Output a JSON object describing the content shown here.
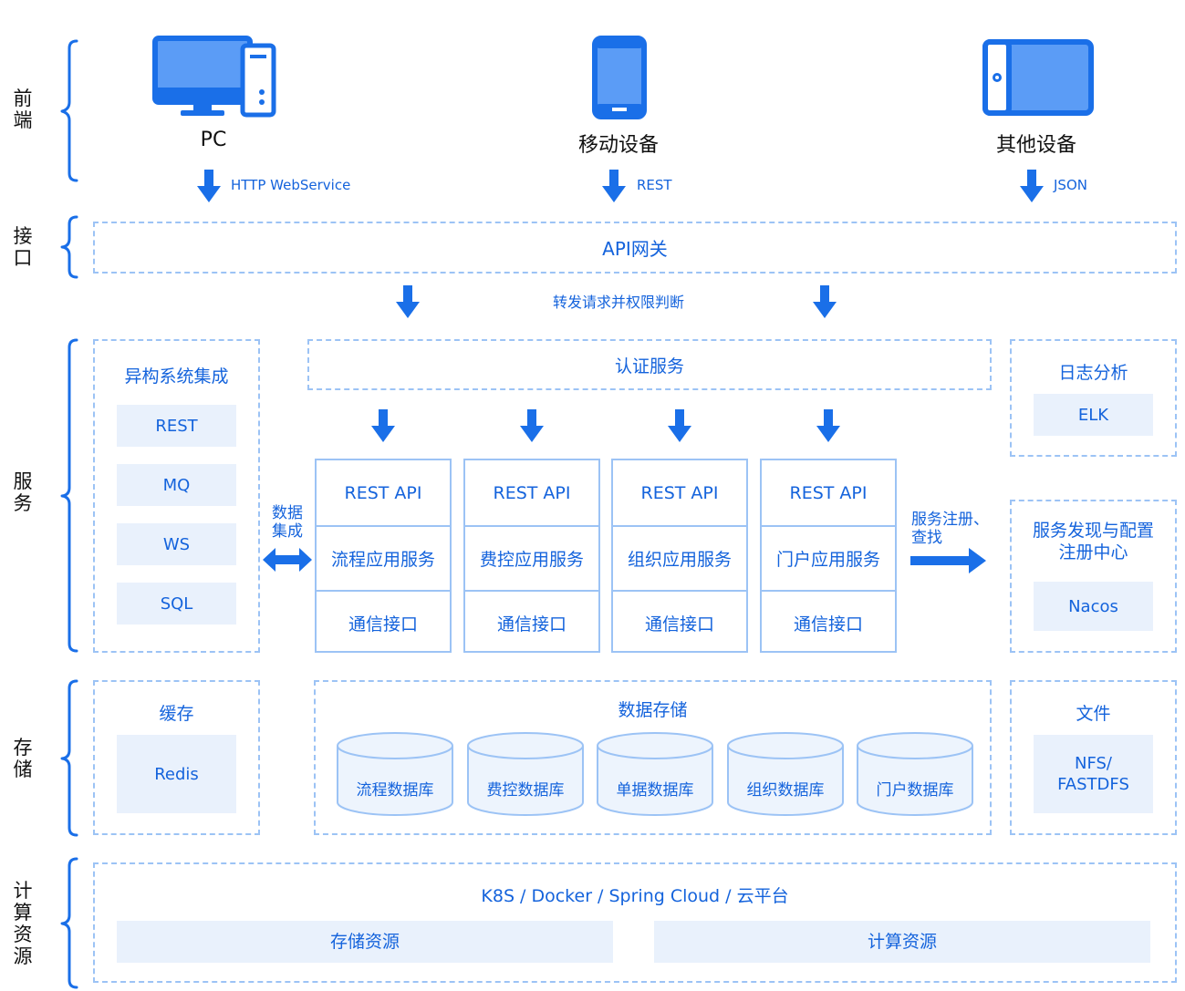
{
  "layers": {
    "frontend": "前端",
    "interface": "接口",
    "service": "服务",
    "storage": "存储",
    "compute": "计算资源"
  },
  "devices": [
    {
      "label": "PC",
      "icon": "desktop-computer-icon",
      "protocol": "HTTP WebService"
    },
    {
      "label": "移动设备",
      "icon": "mobile-phone-icon",
      "protocol": "REST"
    },
    {
      "label": "其他设备",
      "icon": "tablet-icon",
      "protocol": "JSON"
    }
  ],
  "gateway": {
    "title": "API网关",
    "forward_note": "转发请求并权限判断"
  },
  "auth": {
    "title": "认证服务"
  },
  "heterogeneous": {
    "title": "异构系统集成",
    "items": [
      "REST",
      "MQ",
      "WS",
      "SQL"
    ],
    "link_label": "数据集成"
  },
  "services": [
    {
      "api": "REST API",
      "name": "流程应用服务",
      "comm": "通信接口"
    },
    {
      "api": "REST API",
      "name": "费控应用服务",
      "comm": "通信接口"
    },
    {
      "api": "REST API",
      "name": "组织应用服务",
      "comm": "通信接口"
    },
    {
      "api": "REST API",
      "name": "门户应用服务",
      "comm": "通信接口"
    }
  ],
  "registry_link": "服务注册、查找",
  "logs": {
    "title": "日志分析",
    "item": "ELK"
  },
  "discovery": {
    "title": "服务发现与配置注册中心",
    "item": "Nacos"
  },
  "cache": {
    "title": "缓存",
    "item": "Redis"
  },
  "datastore": {
    "title": "数据存储",
    "databases": [
      "流程数据库",
      "费控数据库",
      "单据数据库",
      "组织数据库",
      "门户数据库"
    ]
  },
  "files": {
    "title": "文件",
    "item": "NFS/ FASTDFS"
  },
  "compute": {
    "platforms": "K8S / Docker / Spring Cloud / 云平台",
    "storage_res": "存储资源",
    "compute_res": "计算资源"
  },
  "colors": {
    "accent": "#1a6fe8",
    "text_blue": "#1463dc",
    "dashed_border": "#9cc3f5",
    "pill_bg": "#e9f1fc"
  }
}
